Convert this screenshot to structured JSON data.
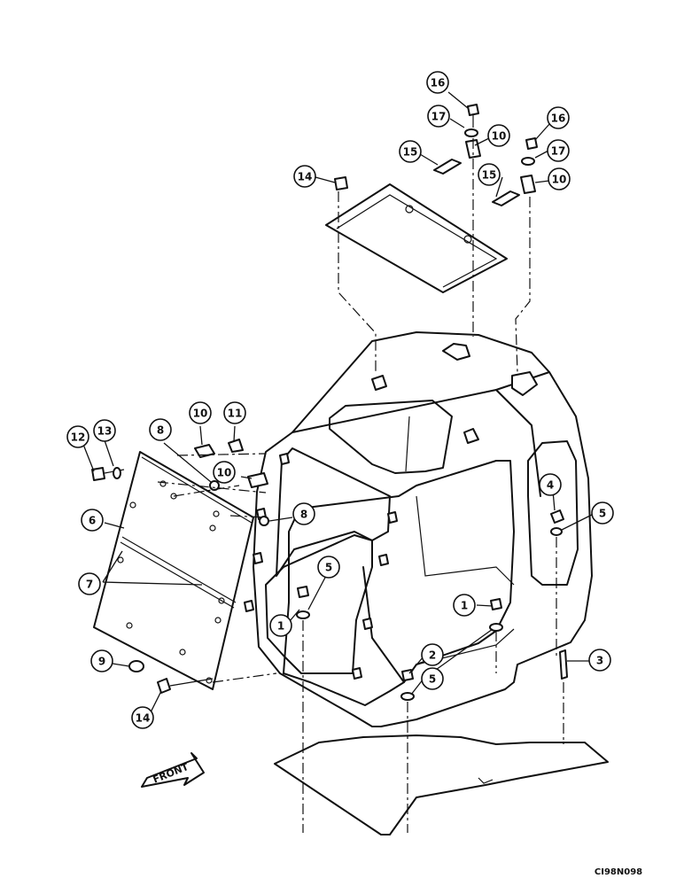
{
  "drawing_code": "CI98N098",
  "direction_label": "FRONT",
  "callouts": [
    {
      "id": "c1a",
      "label": "1"
    },
    {
      "id": "c1b",
      "label": "1"
    },
    {
      "id": "c2",
      "label": "2"
    },
    {
      "id": "c3",
      "label": "3"
    },
    {
      "id": "c4",
      "label": "4"
    },
    {
      "id": "c5a",
      "label": "5"
    },
    {
      "id": "c5b",
      "label": "5"
    },
    {
      "id": "c5c",
      "label": "5"
    },
    {
      "id": "c6",
      "label": "6"
    },
    {
      "id": "c7",
      "label": "7"
    },
    {
      "id": "c8a",
      "label": "8"
    },
    {
      "id": "c8b",
      "label": "8"
    },
    {
      "id": "c9",
      "label": "9"
    },
    {
      "id": "c10a",
      "label": "10"
    },
    {
      "id": "c10b",
      "label": "10"
    },
    {
      "id": "c10c",
      "label": "10"
    },
    {
      "id": "c10d",
      "label": "10"
    },
    {
      "id": "c11",
      "label": "11"
    },
    {
      "id": "c12",
      "label": "12"
    },
    {
      "id": "c13",
      "label": "13"
    },
    {
      "id": "c14a",
      "label": "14"
    },
    {
      "id": "c14b",
      "label": "14"
    },
    {
      "id": "c15a",
      "label": "15"
    },
    {
      "id": "c15b",
      "label": "15"
    },
    {
      "id": "c16a",
      "label": "16"
    },
    {
      "id": "c16b",
      "label": "16"
    },
    {
      "id": "c17a",
      "label": "17"
    },
    {
      "id": "c17b",
      "label": "17"
    }
  ]
}
